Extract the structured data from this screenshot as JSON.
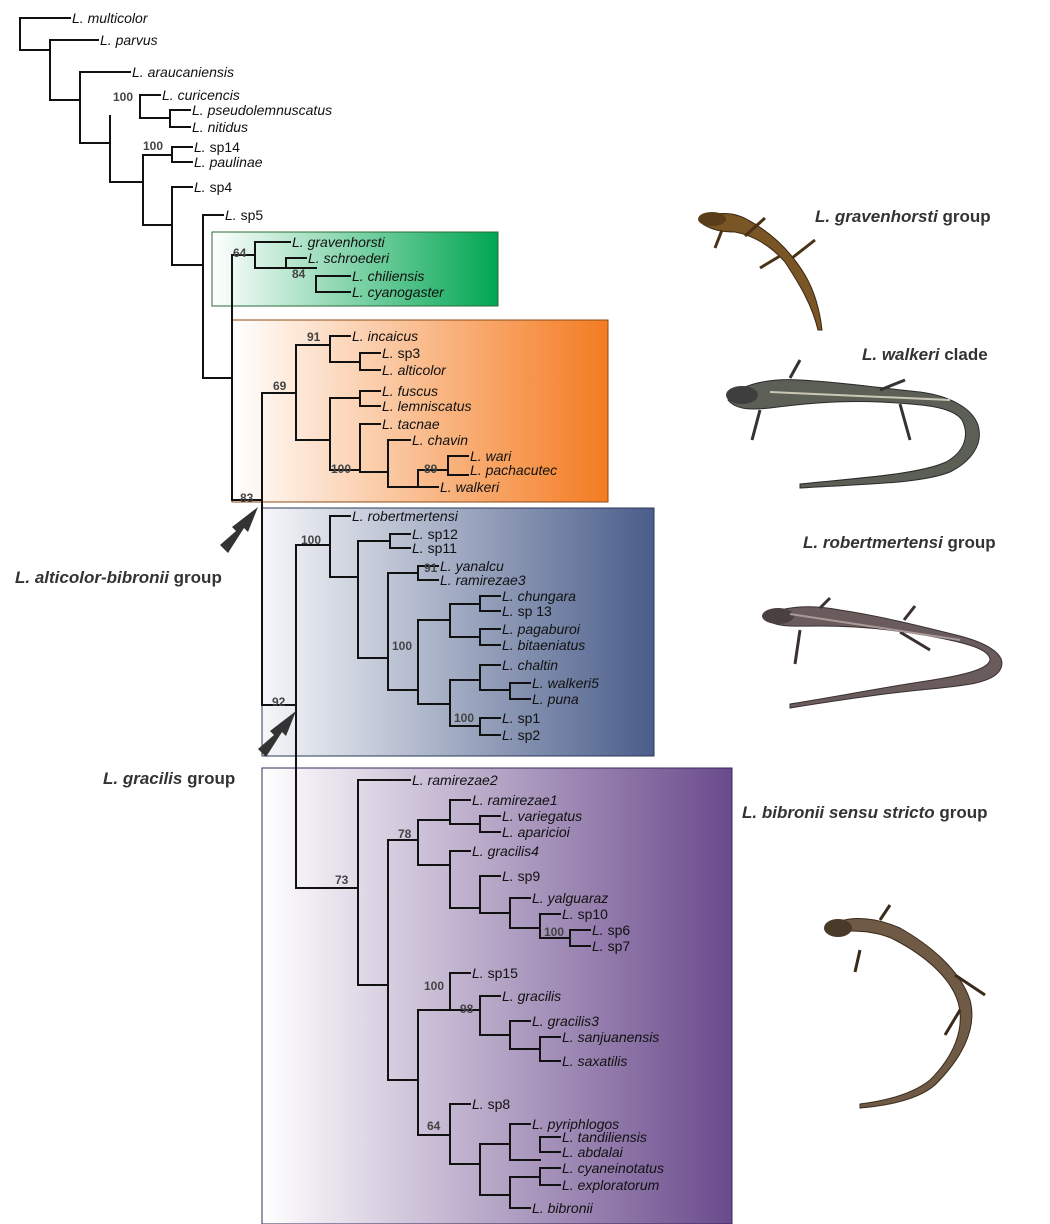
{
  "tips": [
    {
      "id": "multicolor",
      "genus": "L.",
      "epithet": "multicolor",
      "italic": true
    },
    {
      "id": "parvus",
      "genus": "L.",
      "epithet": "parvus",
      "italic": true
    },
    {
      "id": "araucaniensis",
      "genus": "L.",
      "epithet": "araucaniensis",
      "italic": true
    },
    {
      "id": "curicensis",
      "genus": "L.",
      "epithet": "curicencis",
      "italic": true
    },
    {
      "id": "pseudolemniscatus",
      "genus": "L.",
      "epithet": "pseudolemnuscatus",
      "italic": true
    },
    {
      "id": "nitidus",
      "genus": "L.",
      "epithet": "nitidus",
      "italic": true
    },
    {
      "id": "sp14",
      "genus": "L.",
      "epithet": "sp14",
      "italic": false
    },
    {
      "id": "paulinae",
      "genus": "L.",
      "epithet": "paulinae",
      "italic": true
    },
    {
      "id": "sp4",
      "genus": "L.",
      "epithet": "sp4",
      "italic": false
    },
    {
      "id": "sp5",
      "genus": "L.",
      "epithet": "sp5",
      "italic": false
    },
    {
      "id": "gravenhorsti",
      "genus": "L.",
      "epithet": "gravenhorsti",
      "italic": true
    },
    {
      "id": "schroederi",
      "genus": "L.",
      "epithet": "schroederi",
      "italic": true
    },
    {
      "id": "chiliensis",
      "genus": "L.",
      "epithet": "chiliensis",
      "italic": true
    },
    {
      "id": "cyanogaster",
      "genus": "L.",
      "epithet": "cyanogaster",
      "italic": true
    },
    {
      "id": "incaicus",
      "genus": "L.",
      "epithet": "incaicus",
      "italic": true
    },
    {
      "id": "sp3",
      "genus": "L.",
      "epithet": "sp3",
      "italic": false
    },
    {
      "id": "alticolor",
      "genus": "L.",
      "epithet": "alticolor",
      "italic": true
    },
    {
      "id": "fuscus",
      "genus": "L.",
      "epithet": "fuscus",
      "italic": true
    },
    {
      "id": "lemniscatus",
      "genus": "L.",
      "epithet": "lemniscatus",
      "italic": true
    },
    {
      "id": "tacnae",
      "genus": "L.",
      "epithet": "tacnae",
      "italic": true
    },
    {
      "id": "chavin",
      "genus": "L.",
      "epithet": "chavin",
      "italic": true
    },
    {
      "id": "wari",
      "genus": "L.",
      "epithet": "wari",
      "italic": true
    },
    {
      "id": "pachacutec",
      "genus": "L.",
      "epithet": "pachacutec",
      "italic": true
    },
    {
      "id": "walkeri",
      "genus": "L.",
      "epithet": "walkeri",
      "italic": true
    },
    {
      "id": "robertmertensi",
      "genus": "L.",
      "epithet": "robertmertensi",
      "italic": true
    },
    {
      "id": "sp12",
      "genus": "L.",
      "epithet": "sp12",
      "italic": false
    },
    {
      "id": "sp11",
      "genus": "L.",
      "epithet": "sp11",
      "italic": false
    },
    {
      "id": "yanalcu",
      "genus": "L.",
      "epithet": "yanalcu",
      "italic": true
    },
    {
      "id": "ramirezae3",
      "genus": "L.",
      "epithet": "ramirezae3",
      "italic": true
    },
    {
      "id": "chungara",
      "genus": "L.",
      "epithet": "chungara",
      "italic": true
    },
    {
      "id": "sp13",
      "genus": "L.",
      "epithet": "sp 13",
      "italic": false
    },
    {
      "id": "pagaburoi",
      "genus": "L.",
      "epithet": "pagaburoi",
      "italic": true
    },
    {
      "id": "bitaeniatus",
      "genus": "L.",
      "epithet": "bitaeniatus",
      "italic": true
    },
    {
      "id": "chaltin",
      "genus": "L.",
      "epithet": "chaltin",
      "italic": true
    },
    {
      "id": "walkeri5",
      "genus": "L.",
      "epithet": "walkeri5",
      "italic": true
    },
    {
      "id": "puna",
      "genus": "L.",
      "epithet": "puna",
      "italic": true
    },
    {
      "id": "sp1",
      "genus": "L.",
      "epithet": "sp1",
      "italic": false
    },
    {
      "id": "sp2",
      "genus": "L.",
      "epithet": "sp2",
      "italic": false
    },
    {
      "id": "ramirezae2",
      "genus": "L.",
      "epithet": "ramirezae2",
      "italic": true
    },
    {
      "id": "ramirezae1",
      "genus": "L.",
      "epithet": "ramirezae1",
      "italic": true
    },
    {
      "id": "variegatus",
      "genus": "L.",
      "epithet": "variegatus",
      "italic": true
    },
    {
      "id": "aparicioi",
      "genus": "L.",
      "epithet": "aparicioi",
      "italic": true
    },
    {
      "id": "gracilis4",
      "genus": "L.",
      "epithet": "gracilis4",
      "italic": true
    },
    {
      "id": "sp9",
      "genus": "L.",
      "epithet": "sp9",
      "italic": false
    },
    {
      "id": "yalguaraz",
      "genus": "L.",
      "epithet": "yalguaraz",
      "italic": true
    },
    {
      "id": "sp10",
      "genus": "L.",
      "epithet": "sp10",
      "italic": false
    },
    {
      "id": "sp6",
      "genus": "L.",
      "epithet": "sp6",
      "italic": false
    },
    {
      "id": "sp7",
      "genus": "L.",
      "epithet": "sp7",
      "italic": false
    },
    {
      "id": "sp15",
      "genus": "L.",
      "epithet": "sp15",
      "italic": false
    },
    {
      "id": "gracilis",
      "genus": "L.",
      "epithet": "gracilis",
      "italic": true
    },
    {
      "id": "gracilis3",
      "genus": "L.",
      "epithet": "gracilis3",
      "italic": true
    },
    {
      "id": "sanjuanensis",
      "genus": "L.",
      "epithet": "sanjuanensis",
      "italic": true
    },
    {
      "id": "saxatilis",
      "genus": "L.",
      "epithet": "saxatilis",
      "italic": true
    },
    {
      "id": "sp8",
      "genus": "L.",
      "epithet": "sp8",
      "italic": false
    },
    {
      "id": "pyriphlogos",
      "genus": "L.",
      "epithet": "pyriphlogos",
      "italic": true
    },
    {
      "id": "tandiliensis",
      "genus": "L.",
      "epithet": "tandiliensis",
      "italic": true
    },
    {
      "id": "abdalai",
      "genus": "L.",
      "epithet": "abdalai",
      "italic": true
    },
    {
      "id": "cyaneinotatus",
      "genus": "L.",
      "epithet": "cyaneinotatus",
      "italic": true
    },
    {
      "id": "exploratorum",
      "genus": "L.",
      "epithet": "exploratorum",
      "italic": true
    },
    {
      "id": "bibronii",
      "genus": "L.",
      "epithet": "bibronii",
      "italic": true
    }
  ],
  "support_values": [
    "100",
    "100",
    "64",
    "84",
    "91",
    "69",
    "100",
    "89",
    "83",
    "100",
    "91",
    "100",
    "100",
    "92",
    "78",
    "100",
    "73",
    "100",
    "98",
    "64"
  ],
  "group_labels": {
    "gravenhorsti": {
      "italic": "L. gravenhorsti",
      "plain": " group"
    },
    "walkeri": {
      "italic": "L. walkeri",
      "plain": " clade"
    },
    "robertmertensi": {
      "italic": "L. robertmertensi",
      "plain": " group"
    },
    "bibronii": {
      "italic": "L. bibronii sensu stricto",
      "plain": " group"
    },
    "alticolor_bibronii": {
      "italic": "L. alticolor-bibronii",
      "plain": " group"
    },
    "gracilis": {
      "italic": "L. gracilis",
      "plain": " group"
    }
  },
  "clade_colors": {
    "gravenhorsti": "#00a651",
    "walkeri": "#f47b20",
    "robertmertensi": "#4a5d8a",
    "bibronii": "#6a4a8c",
    "arrow": "#333333"
  },
  "lizard_photos": [
    {
      "name": "gravenhorsti-lizard",
      "colors": [
        "#6b4a1f",
        "#8a5a2a",
        "#c9a15a"
      ]
    },
    {
      "name": "walkeri-lizard",
      "colors": [
        "#3a3a3a",
        "#8a8f7a",
        "#c9c7b5"
      ]
    },
    {
      "name": "robertmertensi-lizard",
      "colors": [
        "#4a4040",
        "#7a6a6a",
        "#a99a9a"
      ]
    },
    {
      "name": "bibronii-lizard",
      "colors": [
        "#4a3a2a",
        "#6e5a45",
        "#8a7560"
      ]
    }
  ]
}
